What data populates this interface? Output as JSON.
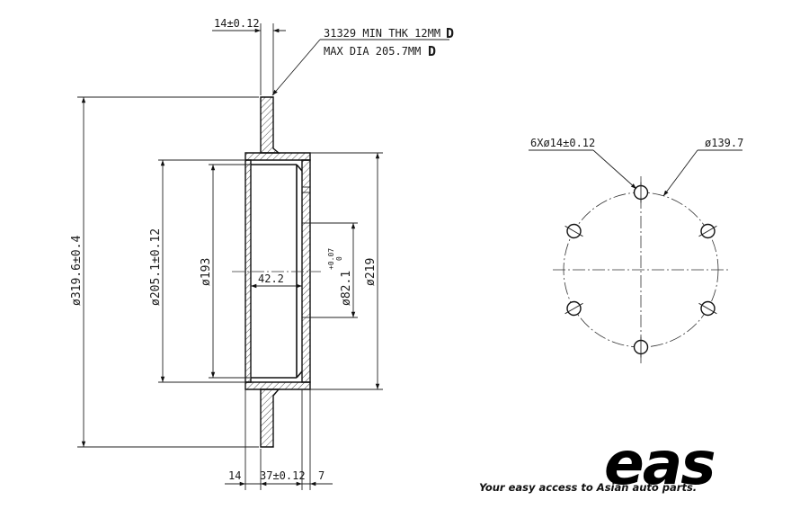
{
  "side_view": {
    "thickness_top": "14±0.12",
    "note_line1": "31329 MIN THK 12MM",
    "note_line2": "MAX DIA 205.7MM",
    "note_mark1": "D",
    "note_mark2": "D",
    "dia_outer": "ø319.6±0.4",
    "dia_drum": "ø205.1±0.12",
    "dia_inner": "ø193",
    "depth": "42.2",
    "dia_bore": "ø82.1",
    "bore_tol_upper": "+0.07",
    "bore_tol_lower": "0",
    "dia_hat": "ø219",
    "bottom_dim_left": "14",
    "bottom_dim_mid": "37±0.12",
    "bottom_dim_right": "7"
  },
  "bolt_view": {
    "holes_label": "6Xø14±0.12",
    "pcd_label": "ø139.7",
    "hole_count": 6
  },
  "logo": {
    "brand": "eas",
    "tagline": "Your easy access to Asian auto parts."
  }
}
